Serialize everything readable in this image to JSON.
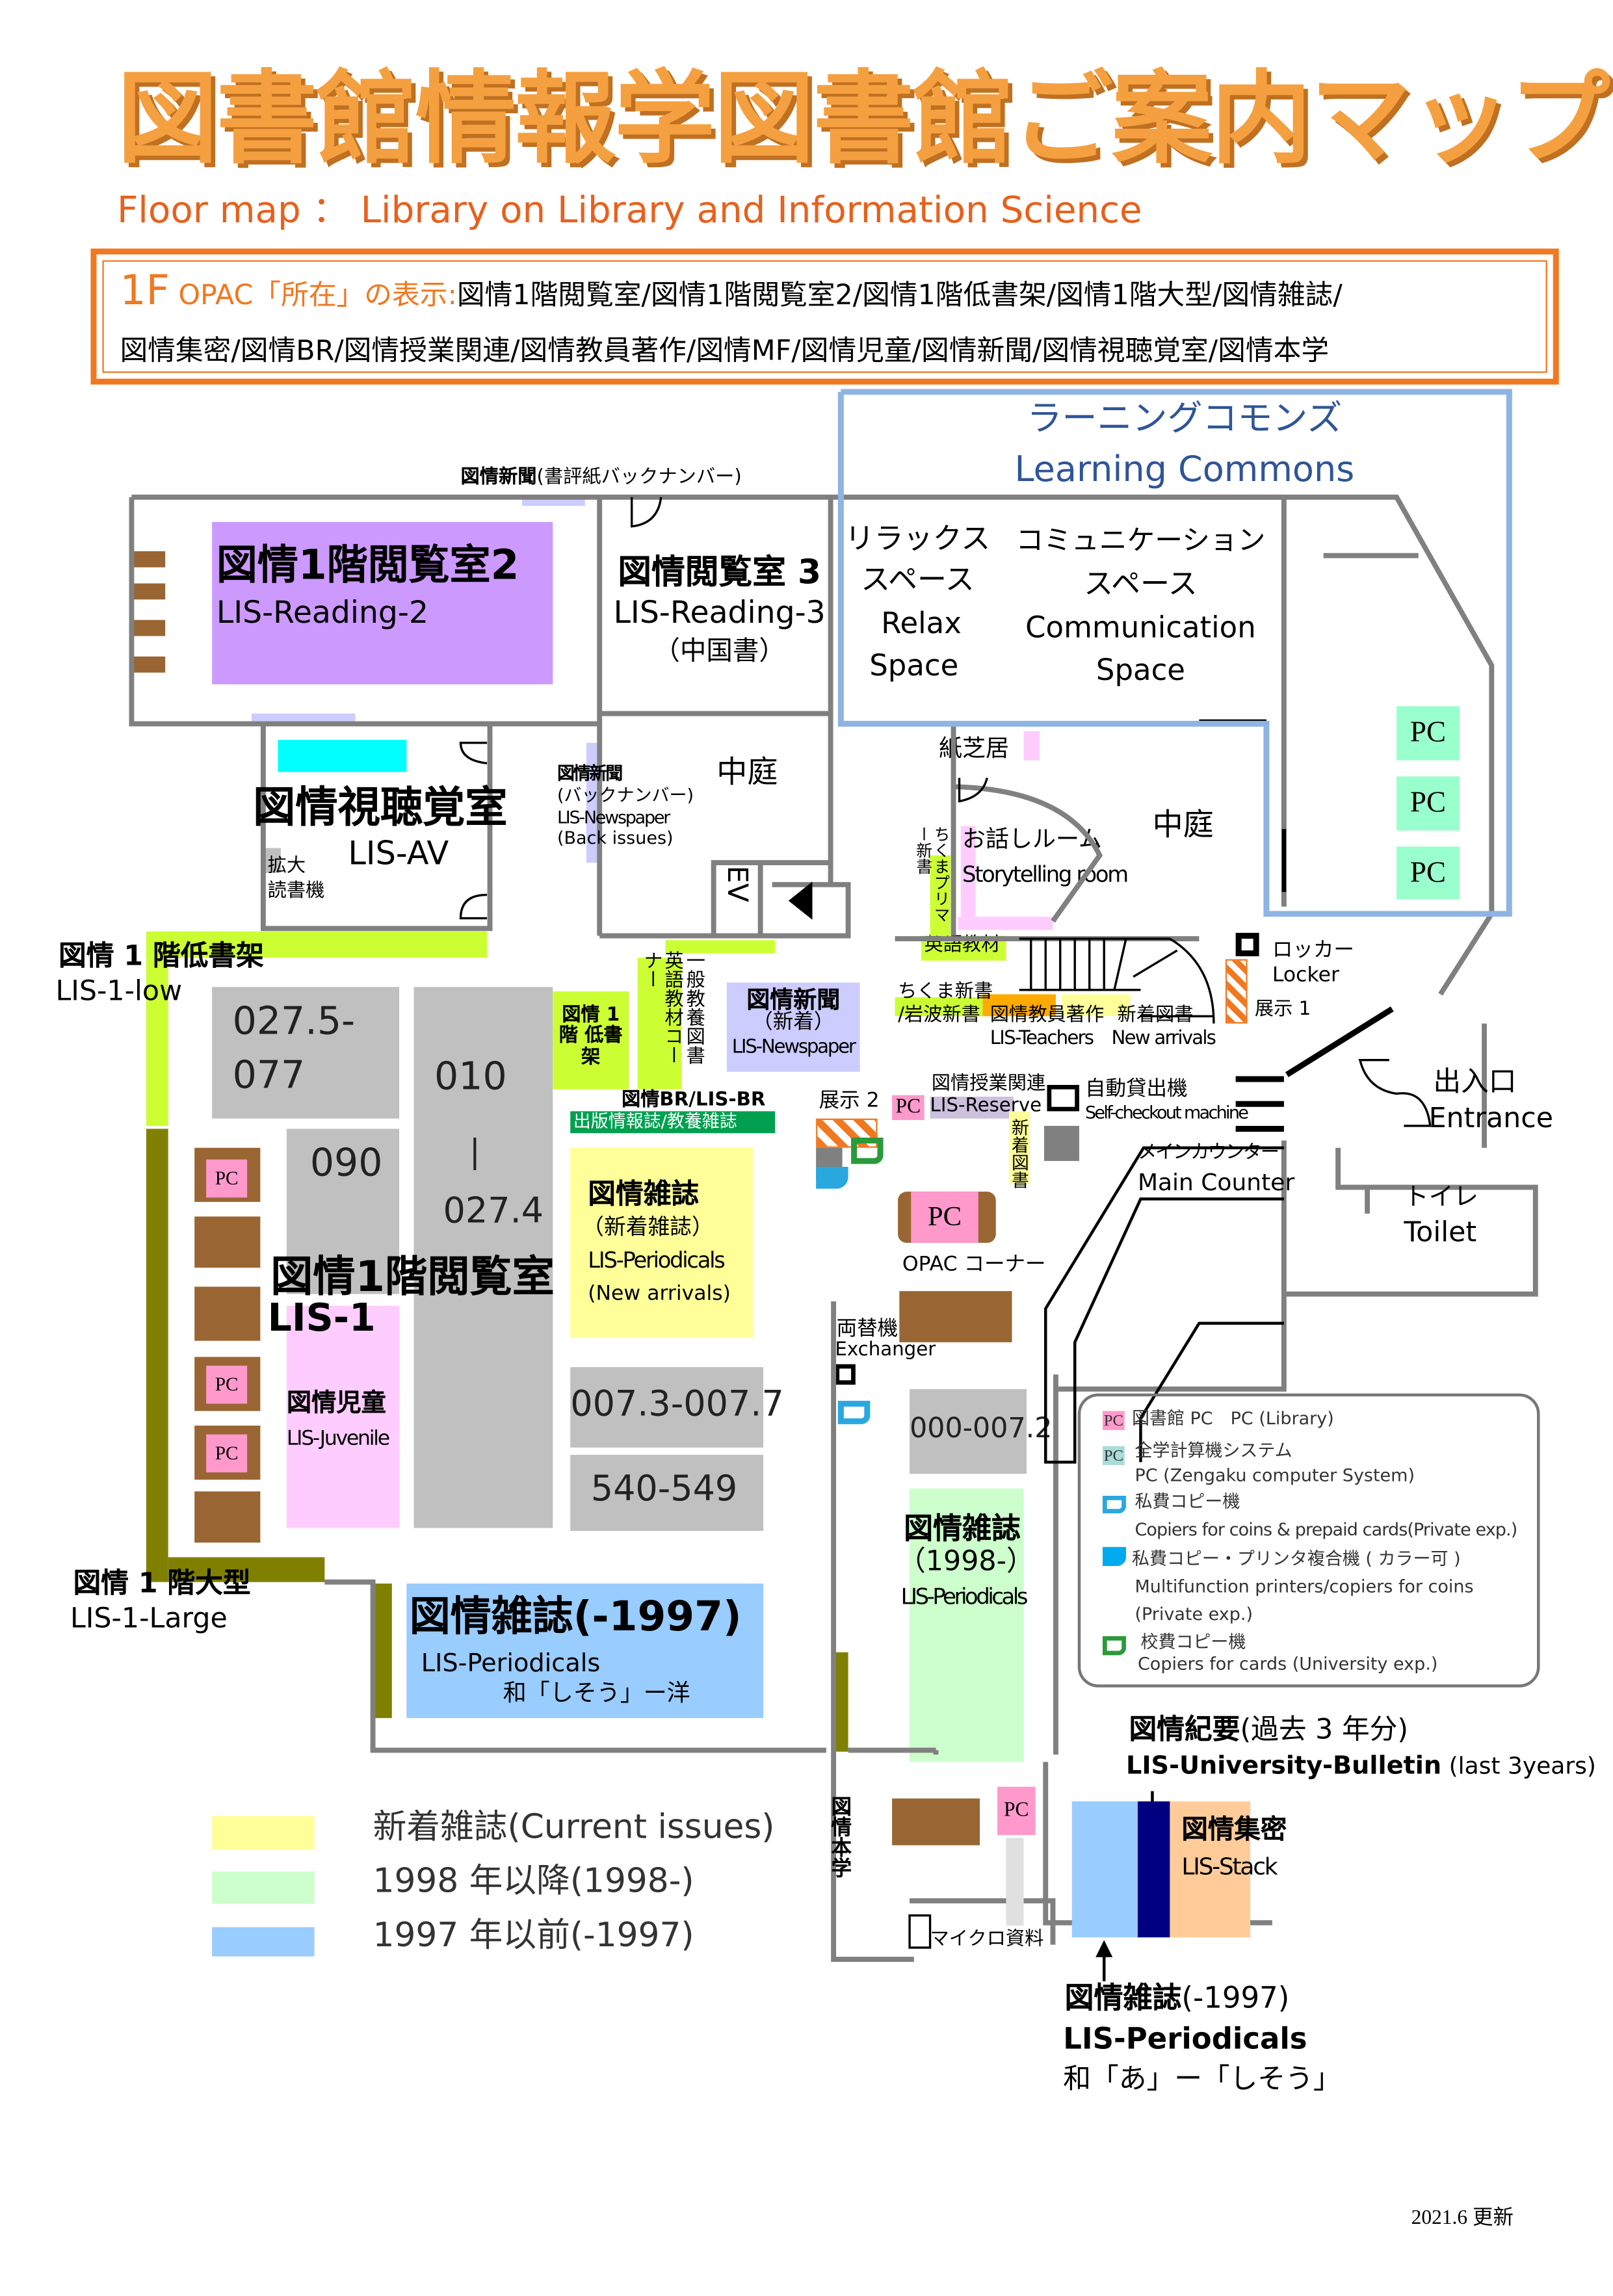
{
  "header": {
    "title": "図書館情報学図書館ご案内マップ",
    "subtitle": "Floor map ： Library on Library and Information Science",
    "floor": "1F",
    "opac_label": "OPAC「所在」の表示:",
    "opac_line1": "図情1階閲覧室/図情1階閲覧室2/図情1階低書架/図情1階大型/図情雑誌/",
    "opac_line2": "図情集密/図情BR/図情授業関連/図情教員著作/図情MF/図情児童/図情新聞/図情視聴覚室/図情本学"
  },
  "colors": {
    "title": "#f5a040",
    "accent": "#f07820",
    "commons": "#8eb4e3",
    "wall": "#808080",
    "shelf": "#c0c0c0",
    "brown": "#996633",
    "pc_library": "#ff99cc",
    "pc_zengaku": "#99ffcc",
    "current": "#ffff99",
    "since1998": "#ccffcc",
    "before1997": "#99ccff"
  },
  "commons": {
    "jp": "ラーニングコモンズ",
    "en": "Learning Commons",
    "relax_jp1": "リラックス",
    "relax_jp2": "スペース",
    "relax_en1": "Relax",
    "relax_en2": "Space",
    "comm_jp1": "コミュニケーション",
    "comm_jp2": "スペース",
    "comm_en1": "Communication",
    "comm_en2": "Space"
  },
  "rooms": {
    "newspaper_review": "図情新聞",
    "newspaper_review_sub": "(書評紙バックナンバー)",
    "reading2_jp": "図情1階閲覧室2",
    "reading2_en": "LIS-Reading-2",
    "reading3_jp": "図情閲覧室 3",
    "reading3_en": "LIS-Reading-3",
    "reading3_sub": "（中国書）",
    "av_jp": "図情視聴覚室",
    "av_en": "LIS-AV",
    "magnifier1": "拡大",
    "magnifier2": "読書機",
    "courtyard": "中庭",
    "news_back_jp": "図情新聞",
    "news_back_sub": "(バックナンバー)",
    "news_back_en": "LIS-Newspaper",
    "news_back_en2": "(Back issues)",
    "ev": "EV",
    "low_jp": "図情 1 階低書架",
    "low_en": "LIS-1-low",
    "large_jp": "図情 1 階大型",
    "large_en": "LIS-1-Large",
    "reading1_jp": "図情1階閲覧室",
    "reading1_en": "LIS-1",
    "juvenile_jp": "図情児童",
    "juvenile_en": "LIS-Juvenile",
    "low_small": "図情 1 階 低書架",
    "general": "一般教養図書",
    "english_corner": "英語教材コーナー",
    "news_new_jp": "図情新聞",
    "news_new_sub": "（新着）",
    "news_new_en": "LIS-Newspaper",
    "br": "図情BR/LIS-BR",
    "br_bar": "出版情報誌/教養雑誌",
    "per_new_jp": "図情雑誌",
    "per_new_sub": "（新着雑誌）",
    "per_new_en": "LIS-Periodicals",
    "per_new_en2": "(New arrivals)",
    "per97_jp": "図情雑誌(-1997)",
    "per97_en": "LIS-Periodicals",
    "per97_range": "和「しそう」ー洋",
    "per98_jp": "図情雑誌",
    "per98_sub": "（1998-）",
    "per98_en": "LIS-Periodicals",
    "kamishibai": "紙芝居",
    "story_jp": "お話しルーム",
    "story_en": "Storytelling room",
    "chikuma_primer": "ちくまプリマー新書",
    "english_mat": "英語教材",
    "chikuma": "ちくま新書",
    "iwanami": "/岩波新書",
    "teachers_jp": "図情教員著作",
    "new_books_jp": "新着図書",
    "teachers_en": "LIS-Teachers",
    "new_books_en": "New arrivals",
    "locker_jp": "ロッカー",
    "locker_en": "Locker",
    "exhibit1": "展示 1",
    "exhibit2": "展示 2",
    "reserve_jp": "図情授業関連",
    "reserve_en": "LIS-Reserve",
    "new_books_v": "新着図書",
    "checkout_jp": "自動貸出機",
    "checkout_en": "Self-checkout machine",
    "counter_jp": "メインカウンター",
    "counter_en": "Main Counter",
    "entrance_jp": "出入口",
    "entrance_en": "Entrance",
    "toilet_jp": "トイレ",
    "toilet_en": "Toilet",
    "opac_corner": "OPAC コーナー",
    "exchanger_jp": "両替機",
    "exchanger_en": "Exchanger",
    "bulletin_jp": "図情紀要",
    "bulletin_sub": "(過去 3 年分)",
    "bulletin_en": "LIS-University-Bulletin",
    "bulletin_en2": " (last 3years)",
    "stack_jp": "図情集密",
    "stack_en": "LIS-Stack",
    "per97b_jp": "図情雑誌",
    "per97b_sub": "(-1997)",
    "per97b_en": "LIS-Periodicals",
    "per97b_range": "和「あ」ー「しそう」",
    "honkaku": "図情本学",
    "micro": "マイクロ資料"
  },
  "shelves": {
    "s1a": "027.5-",
    "s1b": "077",
    "s2a": "010",
    "s2b": "|",
    "s2c": "027.4",
    "s3": "090",
    "s4": "007.3-007.7",
    "s5": "540-549",
    "s6": "000-007.2"
  },
  "pc_label": "PC",
  "legend": {
    "pc_lib": "図書館 PC　PC (Library)",
    "pc_zen1": "全学計算機システム",
    "pc_zen2": "PC (Zengaku computer System)",
    "copy1a": "私費コピー機",
    "copy1b": "Copiers for coins & prepaid cards(Private exp.)",
    "mfp1": "私費コピー・プリンタ複合機 ( カラー可 )",
    "mfp2": "Multifunction printers/copiers for coins",
    "mfp3": "(Private exp.)",
    "univ1": "校費コピー機",
    "univ2": "Copiers for cards (University exp.)"
  },
  "color_legend": [
    {
      "label": "新着雑誌(Current issues)",
      "color": "#ffff99"
    },
    {
      "label": "1998 年以降(1998-)",
      "color": "#ccffcc"
    },
    {
      "label": "1997 年以前(-1997)",
      "color": "#99ccff"
    }
  ],
  "footer": {
    "updated": "2021.6 更新"
  }
}
